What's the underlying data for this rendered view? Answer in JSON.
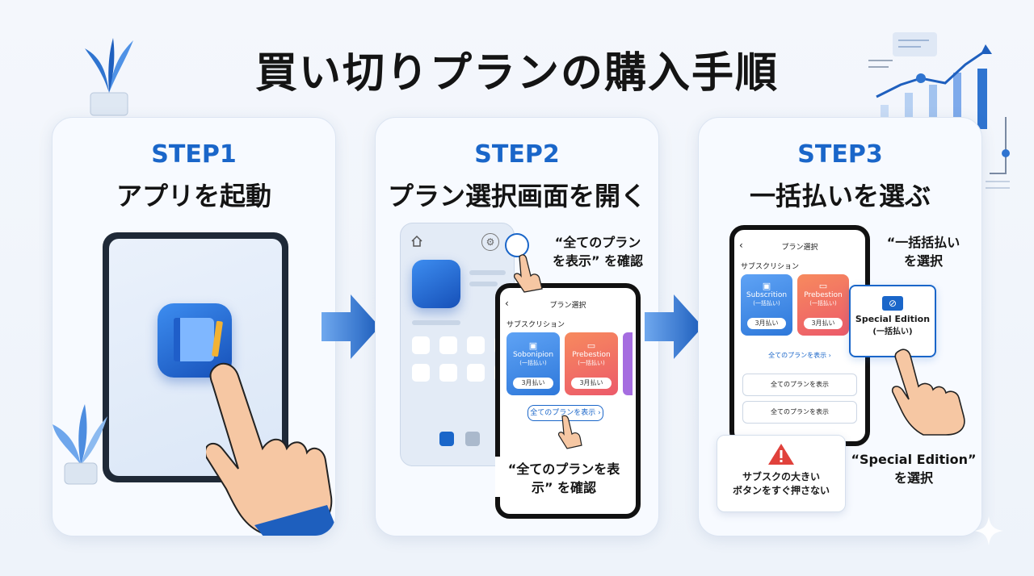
{
  "title": "買い切りプランの購入手順",
  "steps": [
    {
      "label": "STEP1",
      "subtitle": "アプリを起動"
    },
    {
      "label": "STEP2",
      "subtitle": "プラン選択画面を開く"
    },
    {
      "label": "STEP3",
      "subtitle": "一括払いを選ぶ"
    }
  ],
  "step2": {
    "callout_top_line1": "“全てのプラン",
    "callout_top_line2": "を表示” を確認",
    "phone_title": "プラン選択",
    "section_label": "サブスクリション",
    "card1_title": "Sobonipion",
    "card1_sub": "(一括払い)",
    "card1_btn": "3月払い",
    "card2_title": "Prebestion",
    "card2_sub": "(一括払い)",
    "card2_btn": "3月払い",
    "show_all_btn": "全てのプランを表示 ›",
    "callout_bottom_line1": "“全てのプランを表",
    "callout_bottom_line2": "示” を確認"
  },
  "step3": {
    "phone_title": "プラン選択",
    "back": "‹",
    "section_label": "サブスクリション",
    "card1_title": "Subscrition",
    "card1_sub": "(一括払い)",
    "card1_btn": "3月払い",
    "card2_title": "Prebestion",
    "card2_sub": "(一括払い)",
    "card2_btn": "3月払い",
    "show_all_link": "全てのプランを表示 ›",
    "row1": "全てのプランを表示",
    "row2": "全てのプランを表示",
    "popup_title": "Special Edition",
    "popup_sub": "(一括払い)",
    "callout_top_line1": "“一括括払い",
    "callout_top_line2": "を選択",
    "warning_line1": "サブスクの大きい",
    "warning_line2": "ボタンをすぐ押さない",
    "callout_bottom_line1": "“Special Edition”",
    "callout_bottom_line2": "を選択"
  },
  "colors": {
    "accent": "#1a66c9",
    "card_blue": "#3b8ef0",
    "card_orange": "#f26a5a",
    "warning": "#e0413b"
  }
}
